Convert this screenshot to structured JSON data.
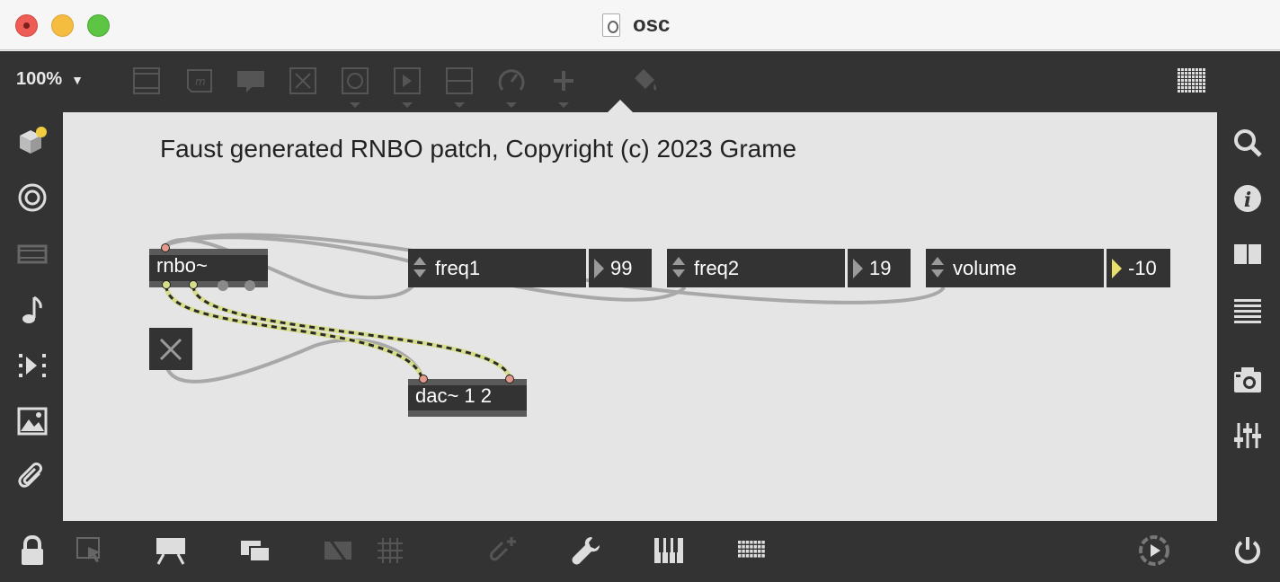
{
  "window": {
    "title": "osc"
  },
  "toolbar": {
    "zoom_label": "100%",
    "items": [
      "presentation-panel-icon",
      "message-box-icon",
      "comment-icon",
      "toggle-object-icon",
      "button-object-icon",
      "number-object-icon",
      "slider-object-icon",
      "dial-object-icon",
      "plus-icon",
      "paint-bucket-icon",
      "grid-keypad-icon"
    ]
  },
  "canvas": {
    "comment": "Faust generated RNBO patch, Copyright (c) 2023 Grame",
    "objects": {
      "rnbo": "rnbo~",
      "dac": "dac~ 1 2"
    },
    "params": [
      {
        "name": "freq1",
        "value": "99"
      },
      {
        "name": "freq2",
        "value": "19"
      },
      {
        "name": "volume",
        "value": "-10"
      }
    ],
    "toggle_symbol": "✕"
  },
  "colors": {
    "frame": "#333333",
    "canvas": "#e5e5e5",
    "signal_wire": "#d7dd8a",
    "control_wire": "#a8a8a8",
    "inlet": "#e39a8a"
  }
}
